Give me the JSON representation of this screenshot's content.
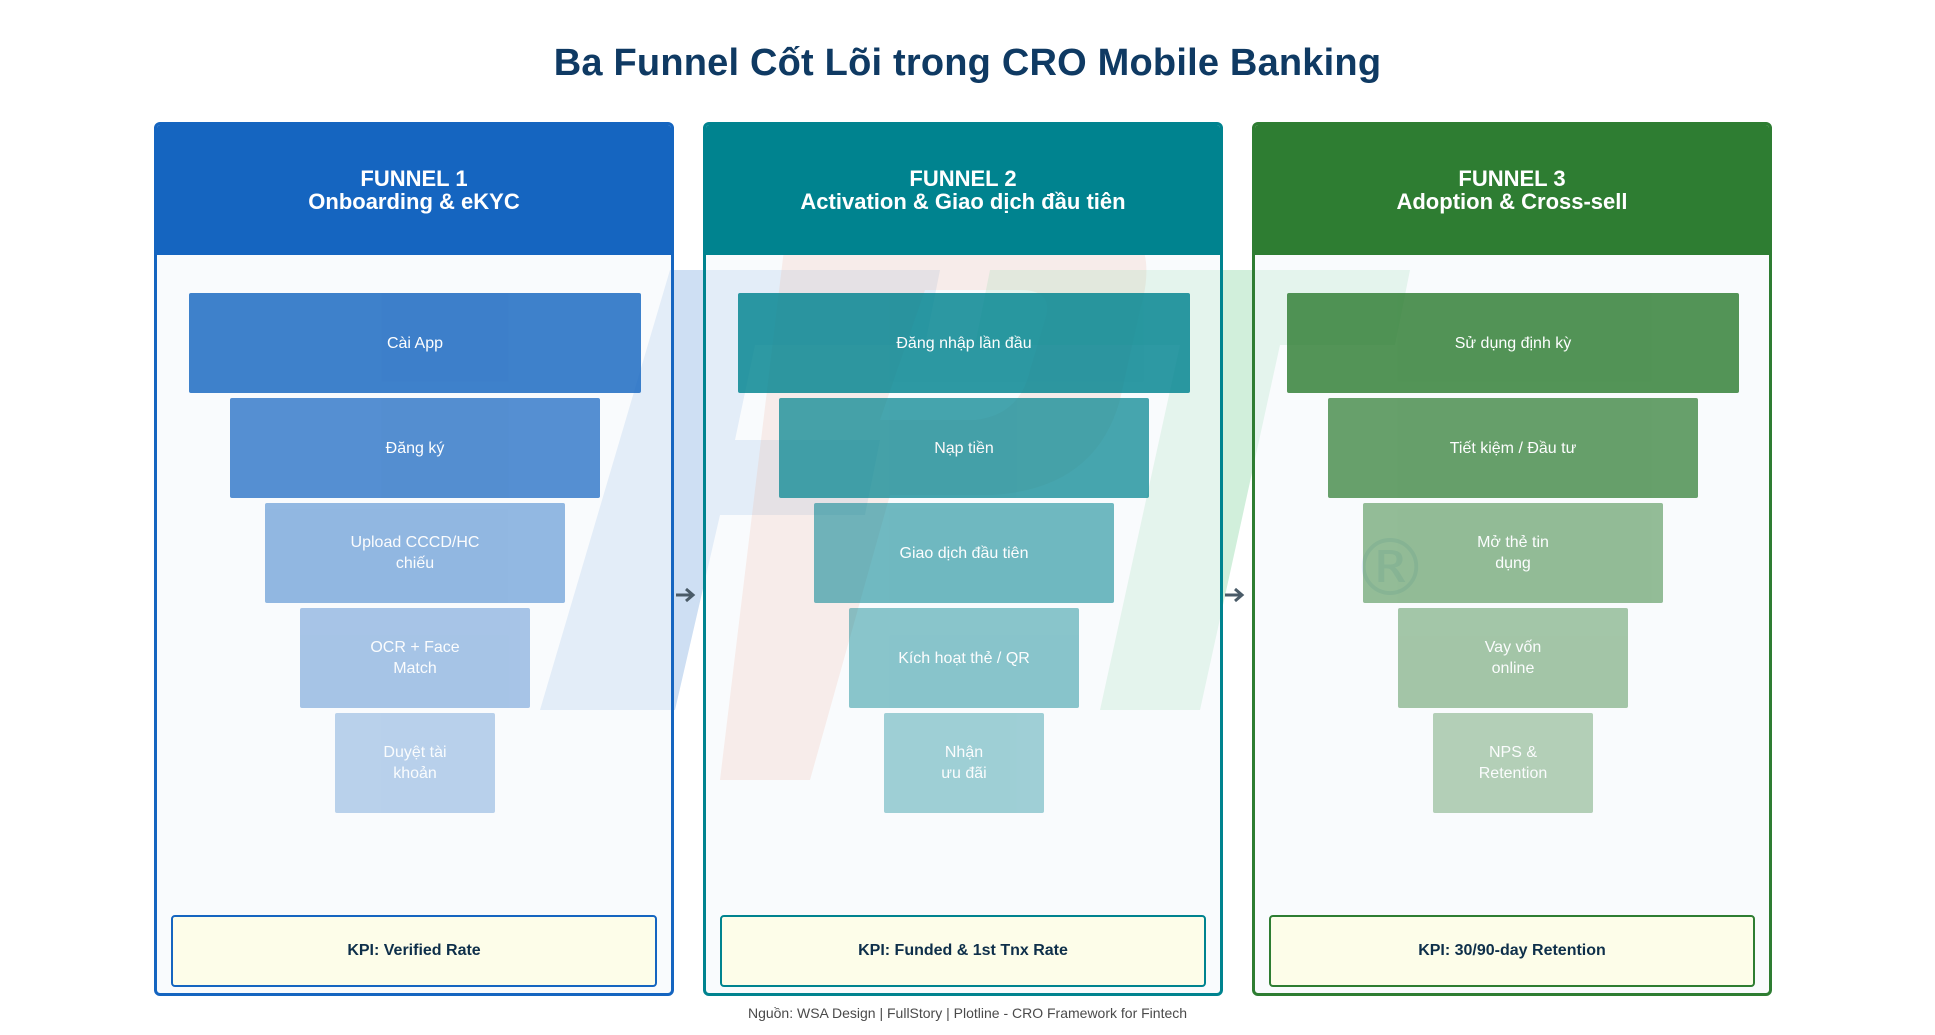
{
  "page": {
    "title": "Ba Funnel Cốt Lõi trong CRO Mobile Banking"
  },
  "watermark": {
    "letters": "FPT",
    "mark": "®"
  },
  "funnels": [
    {
      "line1": "FUNNEL 1",
      "line2": "Onboarding & eKYC",
      "color": "#1565c0",
      "steps": [
        "Cài App",
        "Đăng ký",
        "Upload CCCD/HC\nchiếu",
        "OCR + Face\nMatch",
        "Duyệt tài\nkhoản"
      ],
      "kpi": "KPI: Verified Rate"
    },
    {
      "line1": "FUNNEL 2",
      "line2": "Activation & Giao dịch đầu tiên",
      "color": "#00838f",
      "steps": [
        "Đăng nhập lần đầu",
        "Nạp tiền",
        "Giao dịch đầu tiên",
        "Kích hoạt thẻ / QR",
        "Nhận\nưu đãi"
      ],
      "kpi": "KPI: Funded & 1st Tnx Rate"
    },
    {
      "line1": "FUNNEL 3",
      "line2": "Adoption & Cross-sell",
      "color": "#2e7d32",
      "steps": [
        "Sử dụng định kỳ",
        "Tiết kiệm / Đầu tư",
        "Mở thẻ tin\ndụng",
        "Vay vốn\nonline",
        "NPS &\nRetention"
      ],
      "kpi": "KPI: 30/90-day Retention"
    }
  ],
  "footer": {
    "source": "Nguồn: WSA Design | FullStory | Plotline - CRO Framework for Fintech"
  }
}
